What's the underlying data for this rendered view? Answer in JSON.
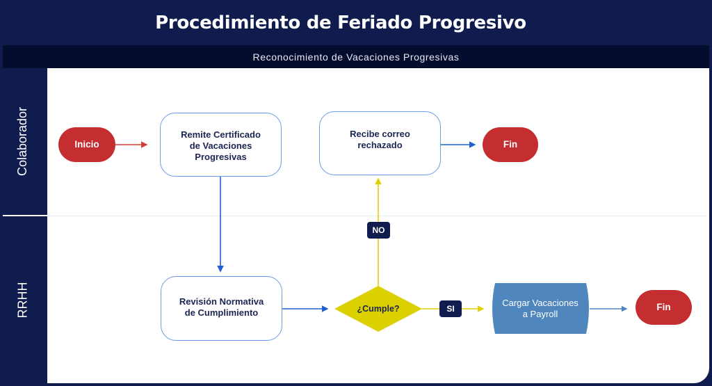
{
  "header": {
    "title": "Procedimiento de Feriado Progresivo",
    "subtitle": "Reconocimiento de Vacaciones Progresivas"
  },
  "lanes": [
    {
      "id": "colaborador",
      "label": "Colaborador"
    },
    {
      "id": "rrhh",
      "label": "RRHH"
    }
  ],
  "nodes": {
    "inicio": {
      "type": "terminal",
      "lane": "colaborador",
      "label": "Inicio"
    },
    "remite": {
      "type": "process",
      "lane": "colaborador",
      "label_lines": [
        "Remite Certificado",
        "de Vacaciones",
        "Progresivas"
      ]
    },
    "recibe": {
      "type": "process",
      "lane": "colaborador",
      "label_lines": [
        "Recibe correo",
        "rechazado"
      ]
    },
    "fin_rechazo": {
      "type": "terminal",
      "lane": "colaborador",
      "label": "Fin"
    },
    "revision": {
      "type": "process",
      "lane": "rrhh",
      "label_lines": [
        "Revisión Normativa",
        "de Cumplimiento"
      ]
    },
    "cumple": {
      "type": "decision",
      "lane": "rrhh",
      "label": "¿Cumple?"
    },
    "payroll": {
      "type": "data",
      "lane": "rrhh",
      "label_lines": [
        "Cargar Vacaciones",
        "a Payroll"
      ]
    },
    "fin_ok": {
      "type": "terminal",
      "lane": "rrhh",
      "label": "Fin"
    }
  },
  "edges": [
    {
      "from": "inicio",
      "to": "remite",
      "color": "#d23a35"
    },
    {
      "from": "remite",
      "to": "revision",
      "color": "#1f5fd6"
    },
    {
      "from": "revision",
      "to": "cumple",
      "color": "#1f5fd6"
    },
    {
      "from": "cumple",
      "to": "recibe",
      "label": "NO",
      "color": "#e2d000"
    },
    {
      "from": "cumple",
      "to": "payroll",
      "label": "SI",
      "color": "#e2d000"
    },
    {
      "from": "recibe",
      "to": "fin_rechazo",
      "color": "#1f5fd6"
    },
    {
      "from": "payroll",
      "to": "fin_ok",
      "color": "#4a86c0"
    }
  ],
  "colors": {
    "background": "#0f1c4d",
    "subtitle_bar": "#050d2e",
    "terminal": "#c42e31",
    "process_border": "#6a9be6",
    "decision": "#dcd000",
    "data_shape": "#4f86bd",
    "badge": "#0f1c4d"
  }
}
